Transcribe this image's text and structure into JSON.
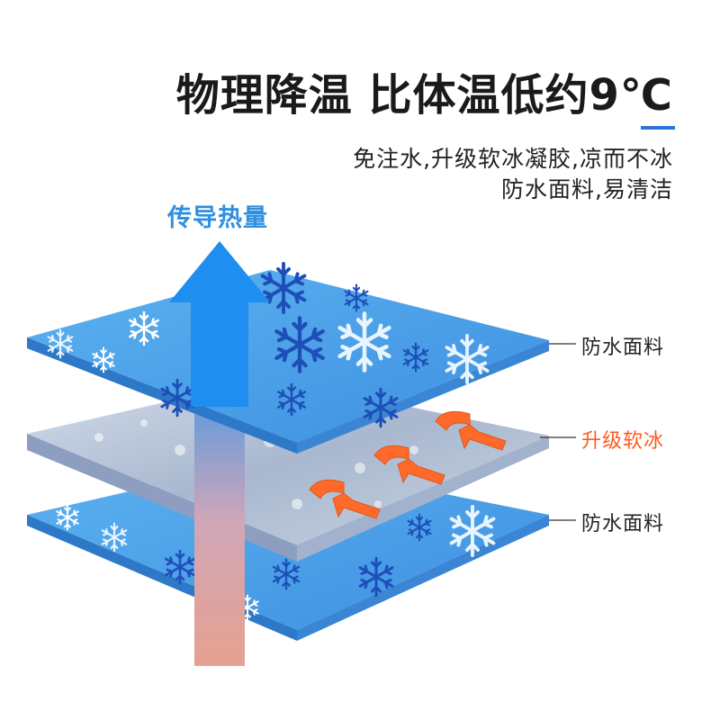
{
  "title": "物理降温 比体温低约9℃",
  "subtitle_lines": [
    "免注水,升级软冰凝胶,凉而不冰",
    "防水面料,易清洁"
  ],
  "arrow_label": "传导热量",
  "layers": [
    {
      "label": "防水面料"
    },
    {
      "label": "升级软冰"
    },
    {
      "label": "防水面料"
    }
  ],
  "colors": {
    "fabric": "#4a9fe8",
    "snowflake_white": "#e8f4ff",
    "snowflake_blue": "#1e4fb8",
    "gel": "#b9c9de",
    "arrow_blue": "#1e8ef0",
    "heat": "#ff6a2a",
    "accent": "#2a76d8"
  }
}
